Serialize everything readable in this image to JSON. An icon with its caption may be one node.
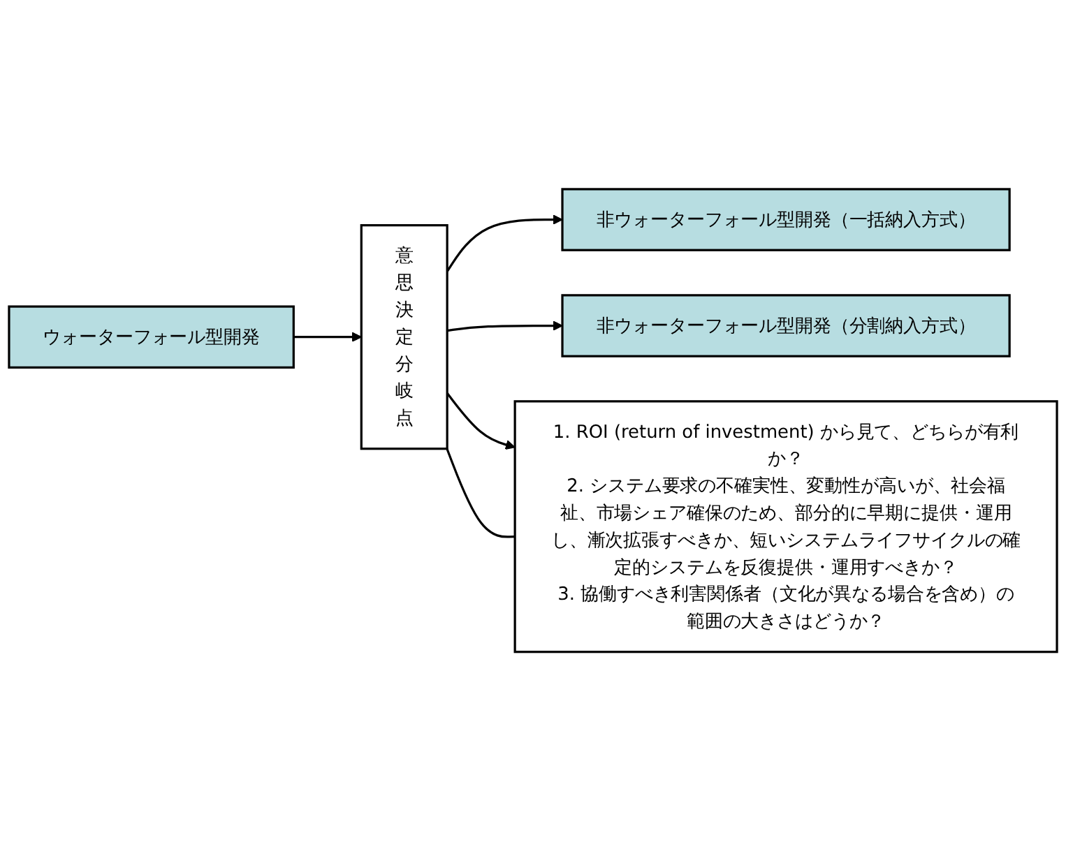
{
  "diagram": {
    "nodes": [
      {
        "text": [
          "ウォーターフォール型開発"
        ]
      },
      {
        "text": [
          "意思決定分岐点"
        ]
      },
      {
        "text": [
          "非ウォーターフォール型開発（一括納入方式）"
        ]
      },
      {
        "text": [
          "非ウォーターフォール型開発（分割納入方式）"
        ]
      },
      {
        "text": [
          "1. ROI (return of investment) から見て、どちらが有利か？",
          "2. システム要求の不確実性、変動性が高いが、社会福祉、市場シェア確保のため、部分的に早期に提供・運用し、漸次拡張すべきか、短いシステムライフサイクルの確定的システムを反復提供・運用すべきか？",
          "3. 協働すべき利害関係者（文化が異なる場合を含め）の範囲の大きさはどうか？"
        ]
      }
    ],
    "edges": [
      {
        "from": 0,
        "to": 1,
        "arrow": "to"
      },
      {
        "from": 1,
        "to": 2,
        "arrow": "to"
      },
      {
        "from": 1,
        "to": 3,
        "arrow": "to"
      },
      {
        "from": 1,
        "to": 4,
        "arrow": "to"
      },
      {
        "from": 1,
        "to": 4,
        "arrow": "none"
      }
    ]
  }
}
